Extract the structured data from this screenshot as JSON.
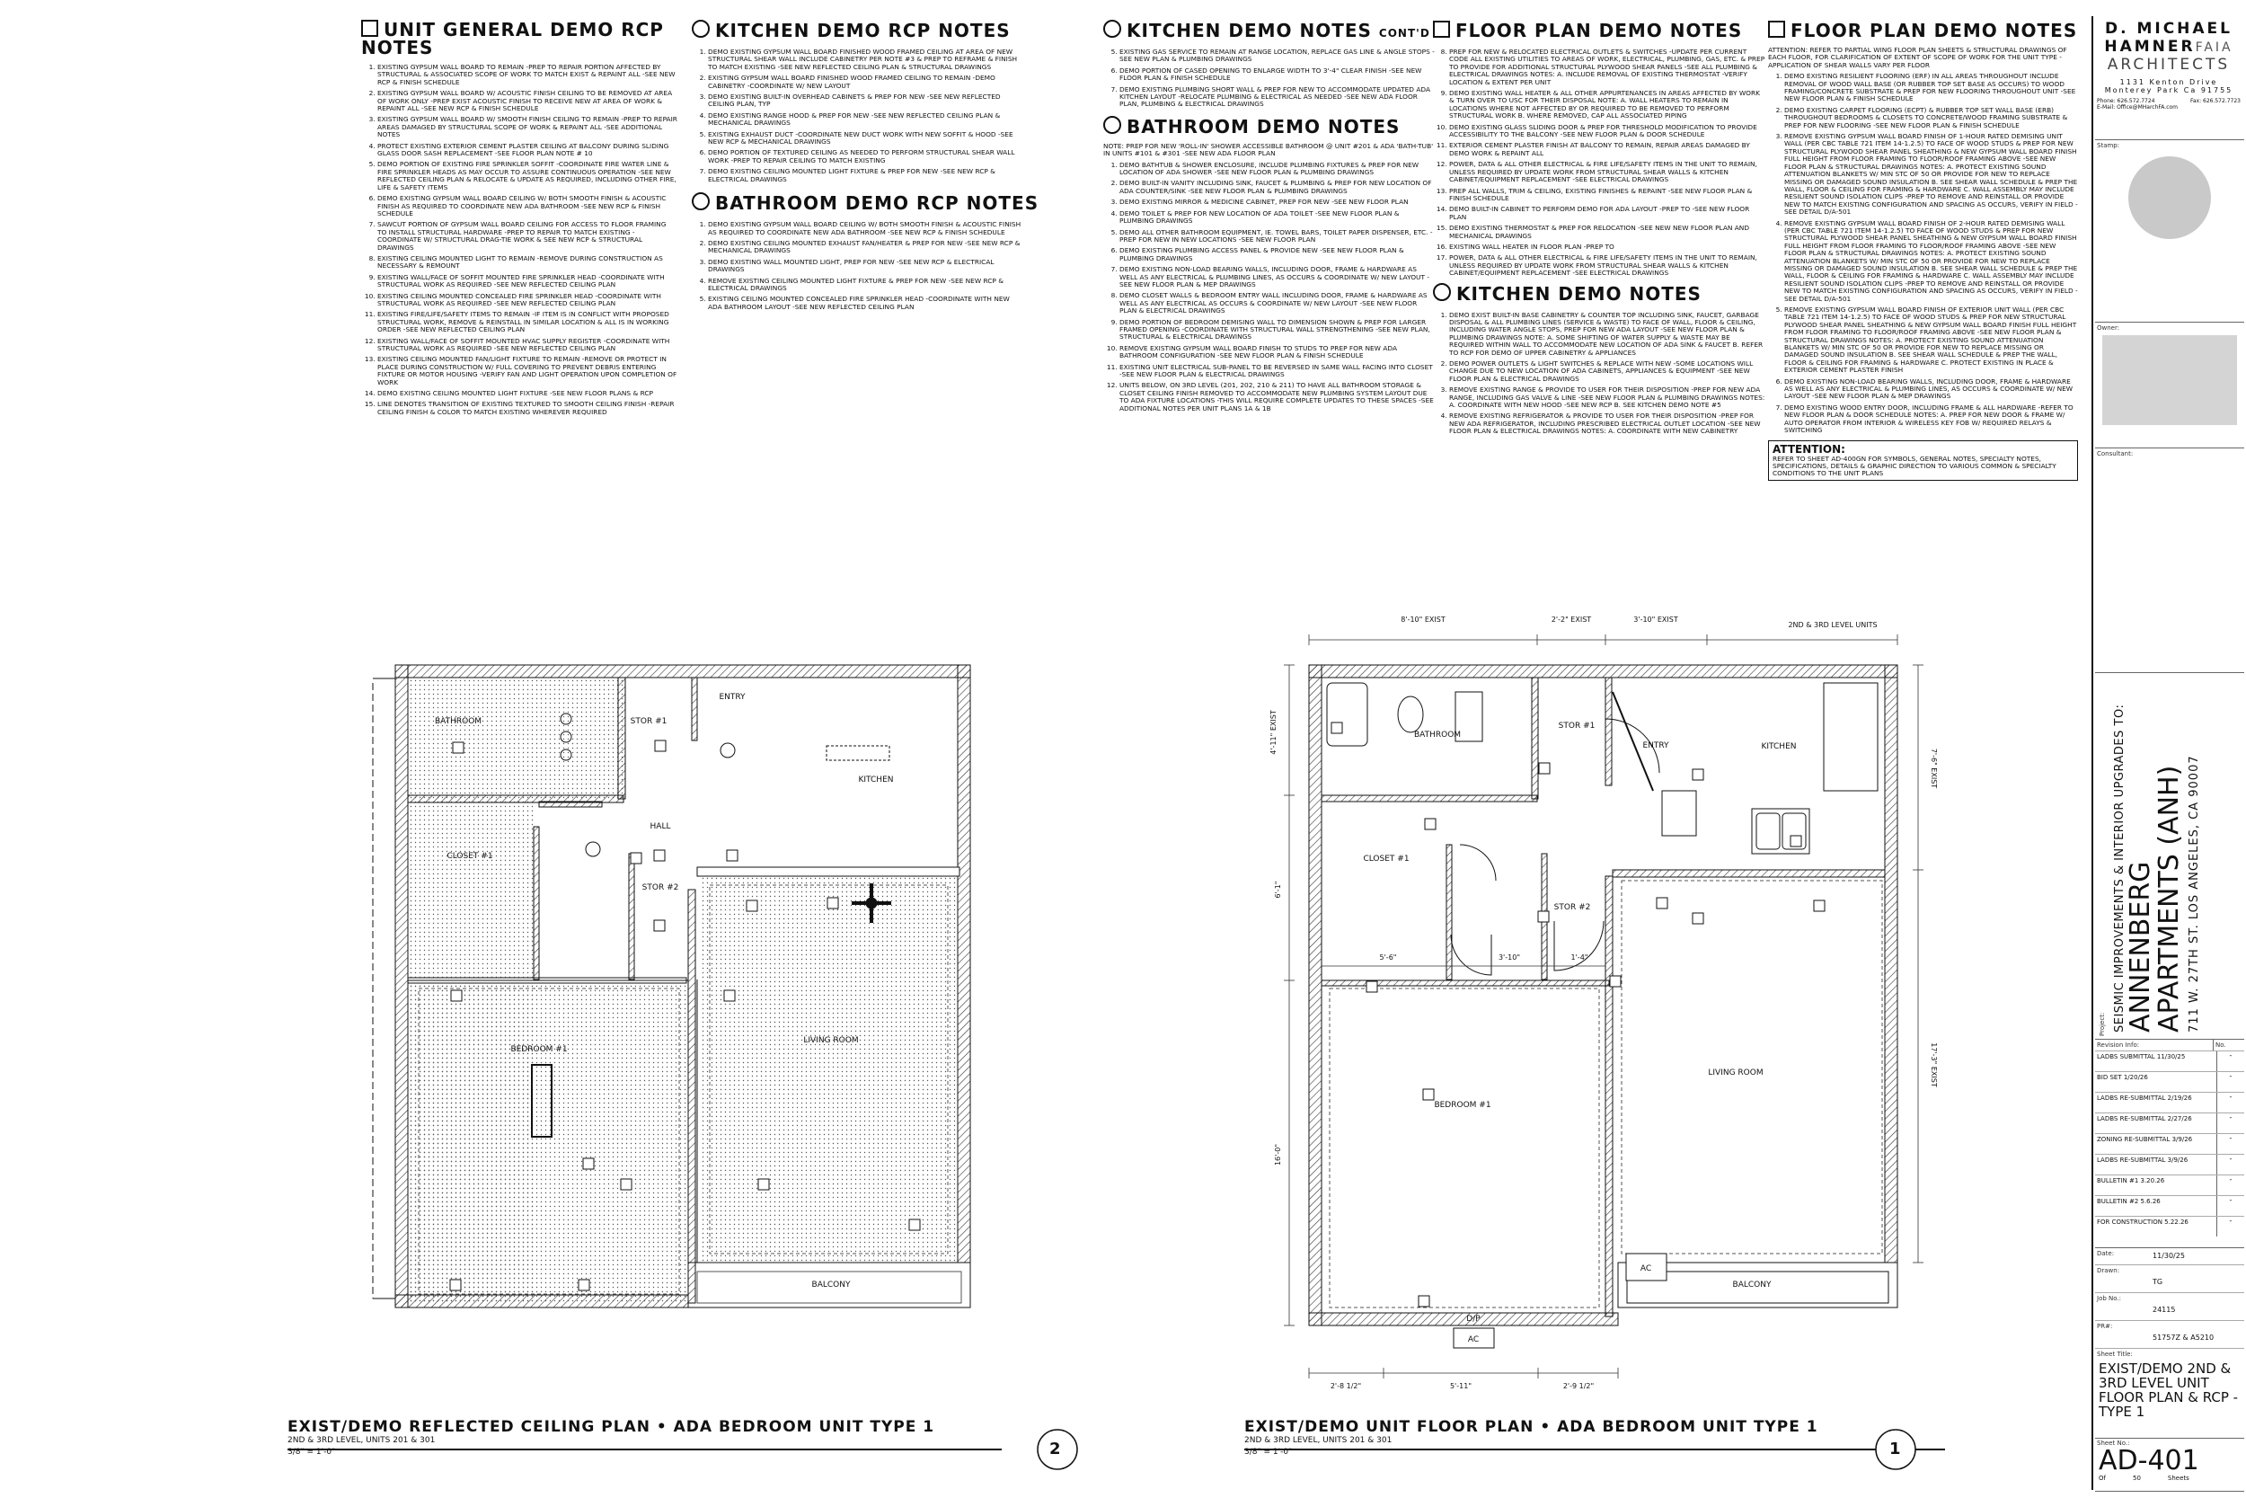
{
  "notes": {
    "unit_general": {
      "title": "UNIT GENERAL DEMO RCP NOTES",
      "items": [
        "EXISTING GYPSUM WALL BOARD TO REMAIN -PREP TO REPAIR PORTION AFFECTED BY STRUCTURAL & ASSOCIATED SCOPE OF WORK TO MATCH EXIST & REPAINT ALL -SEE NEW RCP & FINISH SCHEDULE",
        "EXISTING GYPSUM WALL BOARD W/ ACOUSTIC FINISH CEILING TO BE REMOVED AT AREA OF WORK ONLY -PREP EXIST ACOUSTIC FINISH TO RECEIVE NEW AT AREA OF WORK & REPAINT ALL -SEE NEW RCP & FINISH SCHEDULE",
        "EXISTING GYPSUM WALL BOARD W/ SMOOTH FINISH CEILING TO REMAIN -PREP TO REPAIR AREAS DAMAGED BY STRUCTURAL SCOPE OF WORK & REPAINT ALL -SEE ADDITIONAL NOTES",
        "PROTECT EXISTING EXTERIOR CEMENT PLASTER CEILING AT BALCONY DURING SLIDING GLASS DOOR SASH REPLACEMENT -SEE FLOOR PLAN NOTE # 10",
        "DEMO PORTION OF EXISTING FIRE SPRINKLER SOFFIT -COORDINATE FIRE WATER LINE & FIRE SPRINKLER HEADS AS MAY OCCUR TO ASSURE CONTINUOUS OPERATION -SEE NEW REFLECTED CEILING PLAN & RELOCATE & UPDATE AS REQUIRED, INCLUDING OTHER FIRE, LIFE & SAFETY ITEMS",
        "DEMO EXISTING GYPSUM WALL BOARD CEILING W/ BOTH SMOOTH FINISH & ACOUSTIC FINISH AS REQUIRED TO COORDINATE NEW ADA BATHROOM -SEE NEW RCP & FINISH SCHEDULE",
        "SAWCUT PORTION OF GYPSUM WALL BOARD CEILING FOR ACCESS TO FLOOR FRAMING TO INSTALL STRUCTURAL HARDWARE -PREP TO REPAIR TO MATCH EXISTING -COORDINATE W/ STRUCTURAL DRAG-TIE WORK & SEE NEW RCP & STRUCTURAL DRAWINGS",
        "EXISTING CEILING MOUNTED LIGHT TO REMAIN -REMOVE DURING CONSTRUCTION AS NECESSARY & REMOUNT",
        "EXISTING WALL/FACE OF SOFFIT MOUNTED FIRE SPRINKLER HEAD -COORDINATE WITH STRUCTURAL WORK AS REQUIRED -SEE NEW REFLECTED CEILING PLAN",
        "EXISTING CEILING MOUNTED CONCEALED FIRE SPRINKLER HEAD -COORDINATE WITH STRUCTURAL WORK AS REQUIRED -SEE NEW REFLECTED CEILING PLAN",
        "EXISTING FIRE/LIFE/SAFETY ITEMS TO REMAIN -IF ITEM IS IN CONFLICT WITH PROPOSED STRUCTURAL WORK, REMOVE & REINSTALL IN SIMILAR LOCATION & ALL IS IN WORKING ORDER -SEE NEW REFLECTED CEILING PLAN",
        "EXISTING WALL/FACE OF SOFFIT MOUNTED HVAC SUPPLY REGISTER -COORDINATE WITH STRUCTURAL WORK AS REQUIRED -SEE NEW REFLECTED CEILING PLAN",
        "EXISTING CEILING MOUNTED FAN/LIGHT FIXTURE TO REMAIN -REMOVE OR PROTECT IN PLACE DURING CONSTRUCTION W/ FULL COVERING TO PREVENT DEBRIS ENTERING FIXTURE OR MOTOR HOUSING -VERIFY FAN AND LIGHT OPERATION UPON COMPLETION OF WORK",
        "DEMO EXISTING CEILING MOUNTED LIGHT FIXTURE -SEE NEW FLOOR PLANS & RCP",
        "LINE DENOTES TRANSITION OF EXISTING TEXTURED TO SMOOTH CEILING FINISH -REPAIR CEILING FINISH & COLOR TO MATCH EXISTING WHEREVER REQUIRED"
      ]
    },
    "kitchen_rcp": {
      "title": "KITCHEN DEMO RCP NOTES",
      "items": [
        "DEMO EXISTING GYPSUM WALL BOARD FINISHED WOOD FRAMED CEILING AT AREA OF NEW STRUCTURAL SHEAR WALL INCLUDE CABINETRY PER NOTE #3 & PREP TO REFRAME & FINISH TO MATCH EXISTING -SEE NEW REFLECTED CEILING PLAN & STRUCTURAL DRAWINGS",
        "EXISTING GYPSUM WALL BOARD FINISHED WOOD FRAMED CEILING TO REMAIN -DEMO CABINETRY -COORDINATE W/ NEW LAYOUT",
        "DEMO EXISTING BUILT-IN OVERHEAD CABINETS & PREP FOR NEW -SEE NEW REFLECTED CEILING PLAN, TYP",
        "DEMO EXISTING RANGE HOOD & PREP FOR NEW -SEE NEW REFLECTED CEILING PLAN & MECHANICAL DRAWINGS",
        "EXISTING EXHAUST DUCT -COORDINATE NEW DUCT WORK WITH NEW SOFFIT & HOOD -SEE NEW RCP & MECHANICAL DRAWINGS",
        "DEMO PORTION OF TEXTURED CEILING AS NEEDED TO PERFORM STRUCTURAL SHEAR WALL WORK -PREP TO REPAIR CEILING TO MATCH EXISTING",
        "DEMO EXISTING CEILING MOUNTED LIGHT FIXTURE & PREP FOR NEW -SEE NEW RCP & ELECTRICAL DRAWINGS"
      ]
    },
    "bathroom_rcp": {
      "title": "BATHROOM DEMO RCP NOTES",
      "items": [
        "DEMO EXISTING GYPSUM WALL BOARD CEILING W/ BOTH SMOOTH FINISH & ACOUSTIC FINISH AS REQUIRED TO COORDINATE NEW ADA BATHROOM -SEE NEW RCP & FINISH SCHEDULE",
        "DEMO EXISTING CEILING MOUNTED EXHAUST FAN/HEATER & PREP FOR NEW -SEE NEW RCP & MECHANICAL DRAWINGS",
        "DEMO EXISTING WALL MOUNTED LIGHT, PREP FOR NEW -SEE NEW RCP & ELECTRICAL DRAWINGS",
        "REMOVE EXISTING CEILING MOUNTED LIGHT FIXTURE & PREP FOR NEW -SEE NEW RCP & ELECTRICAL DRAWINGS",
        "EXISTING CEILING MOUNTED CONCEALED FIRE SPRINKLER HEAD -COORDINATE WITH NEW ADA BATHROOM LAYOUT -SEE NEW REFLECTED CEILING PLAN"
      ]
    },
    "kitchen_contd": {
      "title": "KITCHEN DEMO NOTES",
      "title_suffix": "CONT'D",
      "items": [
        "EXISTING GAS SERVICE TO REMAIN AT RANGE LOCATION, REPLACE GAS LINE & ANGLE STOPS -SEE NEW PLAN & PLUMBING DRAWINGS",
        "DEMO PORTION OF CASED OPENING TO ENLARGE WIDTH TO 3'-4\" CLEAR FINISH -SEE NEW FLOOR PLAN & FINISH SCHEDULE",
        "DEMO EXISTING PLUMBING SHORT WALL & PREP FOR NEW TO ACCOMMODATE UPDATED ADA KITCHEN LAYOUT -RELOCATE PLUMBING & ELECTRICAL AS NEEDED -SEE NEW ADA FLOOR PLAN, PLUMBING & ELECTRICAL DRAWINGS"
      ]
    },
    "bathroom_demo": {
      "title": "BATHROOM DEMO NOTES",
      "intro": "NOTE: PREP FOR NEW 'ROLL-IN' SHOWER ACCESSIBLE BATHROOM @ UNIT #201 & ADA 'BATH-TUB' IN UNITS #101 & #301 -SEE NEW ADA FLOOR PLAN",
      "items": [
        "DEMO BATHTUB & SHOWER ENCLOSURE, INCLUDE PLUMBING FIXTURES & PREP FOR NEW LOCATION OF ADA SHOWER -SEE NEW FLOOR PLAN & PLUMBING DRAWINGS",
        "DEMO BUILT-IN VANITY INCLUDING SINK, FAUCET & PLUMBING & PREP FOR NEW LOCATION OF ADA COUNTER/SINK -SEE NEW FLOOR PLAN & PLUMBING DRAWINGS",
        "DEMO EXISTING MIRROR & MEDICINE CABINET, PREP FOR NEW -SEE NEW FLOOR PLAN",
        "DEMO TOILET & PREP FOR NEW LOCATION OF ADA TOILET -SEE NEW FLOOR PLAN & PLUMBING DRAWINGS",
        "DEMO ALL OTHER BATHROOM EQUIPMENT, IE. TOWEL BARS, TOILET PAPER DISPENSER, ETC. -PREP FOR NEW IN NEW LOCATIONS -SEE NEW FLOOR PLAN",
        "DEMO EXISTING PLUMBING ACCESS PANEL & PROVIDE NEW -SEE NEW FLOOR PLAN & PLUMBING DRAWINGS",
        "DEMO EXISTING NON-LOAD BEARING WALLS, INCLUDING DOOR, FRAME & HARDWARE AS WELL AS ANY ELECTRICAL & PLUMBING LINES, AS OCCURS & COORDINATE W/ NEW LAYOUT -SEE NEW FLOOR PLAN & MEP DRAWINGS",
        "DEMO CLOSET WALLS & BEDROOM ENTRY WALL INCLUDING DOOR, FRAME & HARDWARE AS WELL AS ANY ELECTRICAL AS OCCURS & COORDINATE W/ NEW LAYOUT -SEE NEW FLOOR PLAN & ELECTRICAL DRAWINGS",
        "DEMO PORTION OF BEDROOM DEMISING WALL TO DIMENSION SHOWN & PREP FOR LARGER FRAMED OPENING -COORDINATE WITH STRUCTURAL WALL STRENGTHENING -SEE NEW PLAN, STRUCTURAL & ELECTRICAL DRAWINGS",
        "REMOVE EXISTING GYPSUM WALL BOARD FINISH TO STUDS TO PREP FOR NEW ADA BATHROOM CONFIGURATION -SEE NEW FLOOR PLAN & FINISH SCHEDULE",
        "EXISTING UNIT ELECTRICAL SUB-PANEL TO BE REVERSED IN SAME WALL FACING INTO CLOSET -SEE NEW FLOOR PLAN & ELECTRICAL DRAWINGS",
        "UNITS BELOW, ON 3RD LEVEL (201, 202, 210 & 211) TO HAVE ALL BATHROOM STORAGE & CLOSET CEILING FINISH REMOVED TO ACCOMMODATE NEW PLUMBING SYSTEM LAYOUT DUE TO ADA FIXTURE LOCATIONS -THIS WILL REQUIRE COMPLETE UPDATES TO THESE SPACES -SEE ADDITIONAL NOTES PER UNIT PLANS 1A & 1B"
      ]
    },
    "floor_plan_1": {
      "title": "FLOOR PLAN DEMO NOTES",
      "items": [
        "PREP FOR NEW & RELOCATED ELECTRICAL OUTLETS & SWITCHES -UPDATE PER CURRENT CODE ALL EXISTING UTILITIES TO AREAS OF WORK, ELECTRICAL, PLUMBING, GAS, ETC. & PREP TO PROVIDE FOR ADDITIONAL STRUCTURAL PLYWOOD SHEAR PANELS -SEE ALL PLUMBING & ELECTRICAL DRAWINGS NOTES: A. INCLUDE REMOVAL OF EXISTING THERMOSTAT -VERIFY LOCATION & EXTENT PER UNIT",
        "DEMO EXISTING WALL HEATER & ALL OTHER APPURTENANCES IN AREAS AFFECTED BY WORK & TURN OVER TO USC FOR THEIR DISPOSAL NOTE: A. WALL HEATERS TO REMAIN IN LOCATIONS WHERE NOT AFFECTED BY OR REQUIRED TO BE REMOVED TO PERFORM STRUCTURAL WORK B. WHERE REMOVED, CAP ALL ASSOCIATED PIPING",
        "DEMO EXISTING GLASS SLIDING DOOR & PREP FOR THRESHOLD MODIFICATION TO PROVIDE ACCESSIBILITY TO THE BALCONY -SEE NEW FLOOR PLAN & DOOR SCHEDULE",
        "EXTERIOR CEMENT PLASTER FINISH AT BALCONY TO REMAIN, REPAIR AREAS DAMAGED BY DEMO WORK & REPAINT ALL",
        "POWER, DATA & ALL OTHER ELECTRICAL & FIRE LIFE/SAFETY ITEMS IN THE UNIT TO REMAIN, UNLESS REQUIRED BY UPDATE WORK FROM STRUCTURAL SHEAR WALLS & KITCHEN CABINET/EQUIPMENT REPLACEMENT -SEE ELECTRICAL DRAWINGS",
        "PREP ALL WALLS, TRIM & CEILING, EXISTING FINISHES & REPAINT -SEE NEW FLOOR PLAN & FINISH SCHEDULE",
        "DEMO BUILT-IN CABINET TO PERFORM DEMO FOR ADA LAYOUT -PREP TO -SEE NEW FLOOR PLAN",
        "DEMO EXISTING THERMOSTAT & PREP FOR RELOCATION -SEE NEW NEW FLOOR PLAN AND MECHANICAL DRAWINGS",
        "EXISTING WALL HEATER IN FLOOR PLAN -PREP TO",
        "POWER, DATA & ALL OTHER ELECTRICAL & FIRE LIFE/SAFETY ITEMS IN THE UNIT TO REMAIN, UNLESS REQUIRED BY UPDATE WORK FROM STRUCTURAL SHEAR WALLS & KITCHEN CABINET/EQUIPMENT REPLACEMENT -SEE ELECTRICAL DRAWINGS"
      ]
    },
    "kitchen_demo": {
      "title": "KITCHEN DEMO NOTES",
      "items": [
        "DEMO EXIST BUILT-IN BASE CABINETRY & COUNTER TOP INCLUDING SINK, FAUCET, GARBAGE DISPOSAL & ALL PLUMBING LINES (SERVICE & WASTE) TO FACE OF WALL, FLOOR & CEILING, INCLUDING WATER ANGLE STOPS, PREP FOR NEW ADA LAYOUT -SEE NEW FLOOR PLAN & PLUMBING DRAWINGS NOTE: A. SOME SHIFTING OF WATER SUPPLY & WASTE MAY BE REQUIRED WITHIN WALL TO ACCOMMODATE NEW LOCATION OF ADA SINK & FAUCET B. REFER TO RCP FOR DEMO OF UPPER CABINETRY & APPLIANCES",
        "DEMO POWER OUTLETS & LIGHT SWITCHES & REPLACE WITH NEW -SOME LOCATIONS WILL CHANGE DUE TO NEW LOCATION OF ADA CABINETS, APPLIANCES & EQUIPMENT -SEE NEW FLOOR PLAN & ELECTRICAL DRAWINGS",
        "REMOVE EXISTING RANGE & PROVIDE TO USER FOR THEIR DISPOSITION -PREP FOR NEW ADA RANGE, INCLUDING GAS VALVE & LINE -SEE NEW FLOOR PLAN & PLUMBING DRAWINGS NOTES: A. COORDINATE WITH NEW HOOD -SEE NEW RCP B. SEE KITCHEN DEMO NOTE #5",
        "REMOVE EXISTING REFRIGERATOR & PROVIDE TO USER FOR THEIR DISPOSITION -PREP FOR NEW ADA REFRIGERATOR, INCLUDING PRESCRIBED ELECTRICAL OUTLET LOCATION -SEE NEW FLOOR PLAN & ELECTRICAL DRAWINGS NOTES: A. COORDINATE WITH NEW CABINETRY"
      ]
    },
    "floor_plan_2": {
      "title": "FLOOR PLAN DEMO NOTES",
      "attention_top": "ATTENTION: REFER TO PARTIAL WING FLOOR PLAN SHEETS & STRUCTURAL DRAWINGS OF EACH FLOOR, FOR CLARIFICATION OF EXTENT OF SCOPE OF WORK FOR THE UNIT TYPE -APPLICATION OF SHEAR WALLS VARY PER FLOOR",
      "items": [
        "DEMO EXISTING RESILIENT FLOORING (ERF) IN ALL AREAS THROUGHOUT INCLUDE REMOVAL OF WOOD WALL BASE (OR RUBBER TOP SET BASE AS OCCURS) TO WOOD FRAMING/CONCRETE SUBSTRATE & PREP FOR NEW FLOORING THROUGHOUT UNIT -SEE NEW FLOOR PLAN & FINISH SCHEDULE",
        "DEMO EXISTING CARPET FLOORING (ECPT) & RUBBER TOP SET WALL BASE (ERB) THROUGHOUT BEDROOMS & CLOSETS TO CONCRETE/WOOD FRAMING SUBSTRATE & PREP FOR NEW FLOORING -SEE NEW FLOOR PLAN & FINISH SCHEDULE",
        "REMOVE EXISTING GYPSUM WALL BOARD FINISH OF 1-HOUR RATED DEMISING UNIT WALL (PER CBC TABLE 721 ITEM 14-1.2.5) TO FACE OF WOOD STUDS & PREP FOR NEW STRUCTURAL PLYWOOD SHEAR PANEL SHEATHING & NEW GYPSUM WALL BOARD FINISH FULL HEIGHT FROM FLOOR FRAMING TO FLOOR/ROOF FRAMING ABOVE -SEE NEW FLOOR PLAN & STRUCTURAL DRAWINGS NOTES: A. PROTECT EXISTING SOUND ATTENUATION BLANKETS W/ MIN STC OF 50 OR PROVIDE FOR NEW TO REPLACE MISSING OR DAMAGED SOUND INSULATION B. SEE SHEAR WALL SCHEDULE & PREP THE WALL, FLOOR & CEILING FOR FRAMING & HARDWARE C. WALL ASSEMBLY MAY INCLUDE RESILIENT SOUND ISOLATION CLIPS -PREP TO REMOVE AND REINSTALL OR PROVIDE NEW TO MATCH EXISTING CONFIGURATION AND SPACING AS OCCURS, VERIFY IN FIELD -SEE DETAIL D/A-501",
        "REMOVE EXISTING GYPSUM WALL BOARD FINISH OF 2-HOUR RATED DEMISING WALL (PER CBC TABLE 721 ITEM 14-1.2.5) TO FACE OF WOOD STUDS & PREP FOR NEW STRUCTURAL PLYWOOD SHEAR PANEL SHEATHING & NEW GYPSUM WALL BOARD FINISH FULL HEIGHT FROM FLOOR FRAMING TO FLOOR/ROOF FRAMING ABOVE -SEE NEW FLOOR PLAN & STRUCTURAL DRAWINGS NOTES: A. PROTECT EXISTING SOUND ATTENUATION BLANKETS W/ MIN STC OF 50 OR PROVIDE FOR NEW TO REPLACE MISSING OR DAMAGED SOUND INSULATION B. SEE SHEAR WALL SCHEDULE & PREP THE WALL, FLOOR & CEILING FOR FRAMING & HARDWARE C. WALL ASSEMBLY MAY INCLUDE RESILIENT SOUND ISOLATION CLIPS -PREP TO REMOVE AND REINSTALL OR PROVIDE NEW TO MATCH EXISTING CONFIGURATION AND SPACING AS OCCURS, VERIFY IN FIELD -SEE DETAIL D/A-501",
        "REMOVE EXISTING GYPSUM WALL BOARD FINISH OF EXTERIOR UNIT WALL (PER CBC TABLE 721 ITEM 14-1.2.5) TO FACE OF WOOD STUDS & PREP FOR NEW STRUCTURAL PLYWOOD SHEAR PANEL SHEATHING & NEW GYPSUM WALL BOARD FINISH FULL HEIGHT FROM FLOOR FRAMING TO FLOOR/ROOF FRAMING ABOVE -SEE NEW FLOOR PLAN & STRUCTURAL DRAWINGS NOTES: A. PROTECT EXISTING SOUND ATTENUATION BLANKETS W/ MIN STC OF 50 OR PROVIDE FOR NEW TO REPLACE MISSING OR DAMAGED SOUND INSULATION B. SEE SHEAR WALL SCHEDULE & PREP THE WALL, FLOOR & CEILING FOR FRAMING & HARDWARE C. PROTECT EXISTING IN PLACE & EXTERIOR CEMENT PLASTER FINISH",
        "DEMO EXISTING NON-LOAD BEARING WALLS, INCLUDING DOOR, FRAME & HARDWARE AS WELL AS ANY ELECTRICAL & PLUMBING LINES, AS OCCURS & COORDINATE W/ NEW LAYOUT -SEE NEW FLOOR PLAN & MEP DRAWINGS",
        "DEMO EXISTING WOOD ENTRY DOOR, INCLUDING FRAME & ALL HARDWARE -REFER TO NEW FLOOR PLAN & DOOR SCHEDULE NOTES: A. PREP FOR NEW DOOR & FRAME W/ AUTO OPERATOR FROM INTERIOR & WIRELESS KEY FOB W/ REQUIRED RELAYS & SWITCHING"
      ],
      "attention_bottom": "ATTENTION:",
      "attention_bottom_text": "REFER TO SHEET AD-400GN FOR SYMBOLS, GENERAL NOTES, SPECIALTY NOTES, SPECIFICATIONS, DETAILS & GRAPHIC DIRECTION TO VARIOUS COMMON & SPECIALTY CONDITIONS TO THE UNIT PLANS"
    }
  },
  "drawings": {
    "rcp": {
      "title": "EXIST/DEMO REFLECTED CEILING PLAN • ADA BEDROOM UNIT TYPE 1",
      "subtitle": "2ND & 3RD LEVEL, UNITS 201 & 301",
      "scale": "3/8\" = 1'-0\"",
      "number": "2",
      "rooms": {
        "bathroom": "BATHROOM",
        "stor1": "STOR #1",
        "entry": "ENTRY",
        "kitchen": "KITCHEN",
        "hall": "HALL",
        "closet1": "CLOSET #1",
        "stor2": "STOR #2",
        "living": "LIVING ROOM",
        "bedroom": "BEDROOM #1",
        "balcony": "BALCONY"
      }
    },
    "floor": {
      "title": "EXIST/DEMO UNIT FLOOR PLAN • ADA BEDROOM UNIT TYPE 1",
      "subtitle": "2ND & 3RD LEVEL, UNITS 201 & 301",
      "scale": "3/8\" = 1'-0\"",
      "number": "1",
      "rooms": {
        "bathroom": "BATHROOM",
        "stor1": "STOR #1",
        "entry": "ENTRY",
        "kitchen": "KITCHEN",
        "closet1": "CLOSET #1",
        "stor2": "STOR #2",
        "living": "LIVING ROOM",
        "bedroom": "BEDROOM #1",
        "balcony": "BALCONY"
      },
      "dims": {
        "d1": "8'-10\" EXIST",
        "d2": "2'-2\" EXIST",
        "d3": "3'-10\" EXIST",
        "d4": "2ND & 3RD LEVEL UNITS",
        "d5": "4'-11\" EXIST",
        "d6": "6'-1\"",
        "d7": "16'-0\"",
        "d8": "7'-6\" EXIST",
        "d9": "17'-3\" EXIST",
        "d10": "5'-6\"",
        "d11": "3'-10\"",
        "d12": "1'-4\"",
        "d13": "2'-8 1/2\"",
        "d14": "5'-11\"",
        "d15": "2'-9 1/2\""
      },
      "tags": {
        "ac": "AC",
        "dp": "D/P"
      }
    }
  },
  "titleblock": {
    "firm_1": "D. MICHAEL",
    "firm_2": "HAMNER",
    "firm_3": "FAIA",
    "firm_4": "ARCHITECTS",
    "address_1": "1131 Kenton Drive",
    "address_2": "Monterey Park Ca 91755",
    "phone": "Phone: 626.572.7724",
    "fax": "Fax: 626.572.7723",
    "email": "E-Mail: Office@MHarchFA.com",
    "stamp_label": "Stamp:",
    "owner_label": "Owner:",
    "consultant_label": "Consultant:",
    "project_label": "Project:",
    "project_sub": "SEISMIC IMPROVEMENTS & INTERIOR UPGRADES TO:",
    "project_name": "ANNENBERG APARTMENTS (ANH)",
    "project_address": "711 W. 27TH ST. LOS ANGELES, CA 90007",
    "revision_label": "Revision Info:",
    "no_label": "No.",
    "revisions": [
      "LADBS SUBMITTAL 11/30/25",
      "BID SET 1/20/26",
      "LADBS RE-SUBMITTAL 2/19/26",
      "LADBS RE-SUBMITTAL 2/27/26",
      "ZONING RE-SUBMITTAL 3/9/26",
      "LADBS RE-SUBMITTAL 3/9/26",
      "BULLETIN #1 3.20.26",
      "BULLETIN #2 5.6.26",
      "FOR CONSTRUCTION 5.22.26"
    ],
    "date_label": "Date:",
    "date": "11/30/25",
    "drawn_label": "Drawn:",
    "drawn": "TG",
    "job_label": "Job No.:",
    "job": "24115",
    "pr_label": "PR#:",
    "pr": "51757Z & A5210",
    "sheet_title_label": "Sheet Title:",
    "sheet_title": "EXIST/DEMO 2ND & 3RD LEVEL UNIT FLOOR PLAN & RCP -TYPE 1",
    "sheet_no_label": "Sheet No.:",
    "sheet_no": "AD-401",
    "of_label": "Of",
    "of": "50",
    "sheets_label": "Sheets"
  }
}
